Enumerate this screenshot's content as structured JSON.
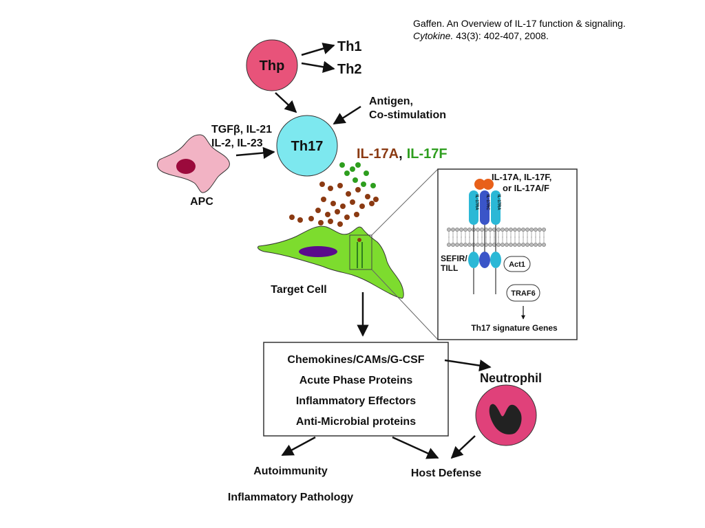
{
  "citation": {
    "line1": "Gaffen. An Overview of IL-17 function & signaling.",
    "journal": "Cytokine.",
    "details": " 43(3): 402-407, 2008."
  },
  "cells": {
    "thp": "Thp",
    "th1": "Th1",
    "th2": "Th2",
    "th17": "Th17",
    "apc": "APC",
    "target_cell": "Target Cell",
    "neutrophil": "Neutrophil"
  },
  "signals": {
    "antigen_line1": "Antigen,",
    "antigen_line2": "Co-stimulation",
    "cytokines_line1": "TGFβ, IL-21",
    "cytokines_line2": "IL-2, IL-23"
  },
  "products": {
    "il17a": "IL-17A",
    "comma": ",",
    "il17f": "IL-17F"
  },
  "inset": {
    "ligand_line1": "IL-17A, IL-17F,",
    "ligand_line2": "or IL-17A/F",
    "receptor_1": "IL-17RA",
    "receptor_2": "IL-17RC",
    "receptor_3": "IL-17RA",
    "sefir_line1": "SEFIR/",
    "sefir_line2": "TILL",
    "act1": "Act1",
    "traf6": "TRAF6",
    "genes": "Th17 signature Genes"
  },
  "effectors": {
    "items": [
      "Chemokines/CAMs/G-CSF",
      "Acute Phase Proteins",
      "Inflammatory Effectors",
      "Anti-Microbial proteins"
    ]
  },
  "outcomes": {
    "autoimmunity": "Autoimmunity",
    "host_defense": "Host Defense",
    "pathology": "Inflammatory Pathology"
  },
  "colors": {
    "thp": "#e8537a",
    "th17": "#7de8ef",
    "apc": "#f2b3c4",
    "apc_nucleus": "#9b0a3c",
    "target_cell": "#7ddc2e",
    "target_nucleus": "#5a0a8c",
    "il17a": "#8b3a12",
    "il17f": "#2e9e1e",
    "receptor": "#2bb8d6",
    "receptor_mid": "#3a55c8",
    "ligand": "#e8601a",
    "neutrophil": "#e0417a"
  }
}
